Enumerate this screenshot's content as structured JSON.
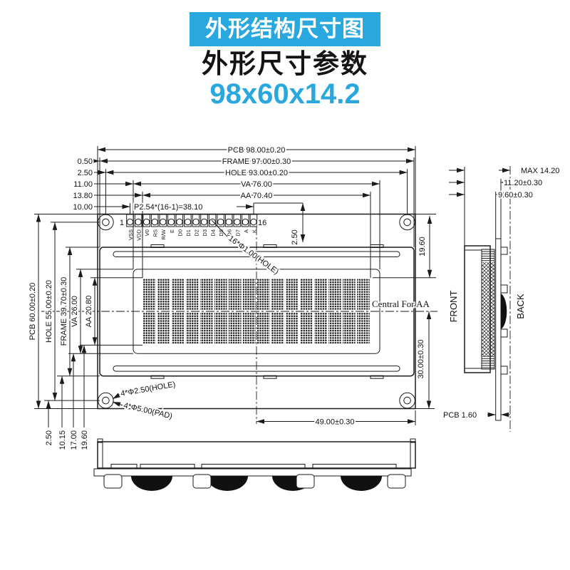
{
  "header": {
    "banner": "外形结构尺寸图",
    "subtitle": "外形尺寸参数",
    "size": "98x60x14.2",
    "accent_color": "#29a8e0"
  },
  "front_view": {
    "top_dims": [
      "PCB 98.00±0.20",
      "FRAME 97.00±0.30",
      "HOLE 93.00±0.20",
      "VA 76.00",
      "AA 70.40"
    ],
    "pitch_dim": "P2.54*(16-1)=38.10",
    "left_offsets": [
      "0.50",
      "2.50",
      "11.00",
      "13.80",
      "10.00"
    ],
    "left_dims": [
      "PCB 60.00±0.20",
      "HOLE 55.00±0.20",
      "FRAME 39.70±0.30",
      "VA 26.00",
      "AA 20.80"
    ],
    "pin_first": "1",
    "pin_last": "16",
    "pins": [
      "VSS",
      "VDD",
      "V0",
      "RS",
      "R/W",
      "E",
      "D0",
      "D1",
      "D2",
      "D3",
      "D4",
      "D5",
      "D6",
      "D7",
      "A",
      "K"
    ],
    "pin_offset_dim": "2.50",
    "right_top_dim": "19.60",
    "right_bottom_dim": "30.00±0.30",
    "center_note": "Central For AA",
    "bottom_dim": "49.00±0.30",
    "bottom_offsets": [
      "2.50",
      "10.15",
      "17.00",
      "19.60"
    ],
    "hole_callout": "4*Φ2.50(HOLE)",
    "pad_callout": "4*Φ5.00(PAD)",
    "pin_hole_callout": "16*Φ1.00(HOLE)",
    "display": {
      "columns": 16,
      "rows": 2
    }
  },
  "side_view": {
    "dims": [
      "MAX 14.20",
      "11.20±0.30",
      "9.60±0.30"
    ],
    "front_label": "FRONT",
    "back_label": "BACK",
    "pcb_thickness": "PCB 1.60"
  }
}
